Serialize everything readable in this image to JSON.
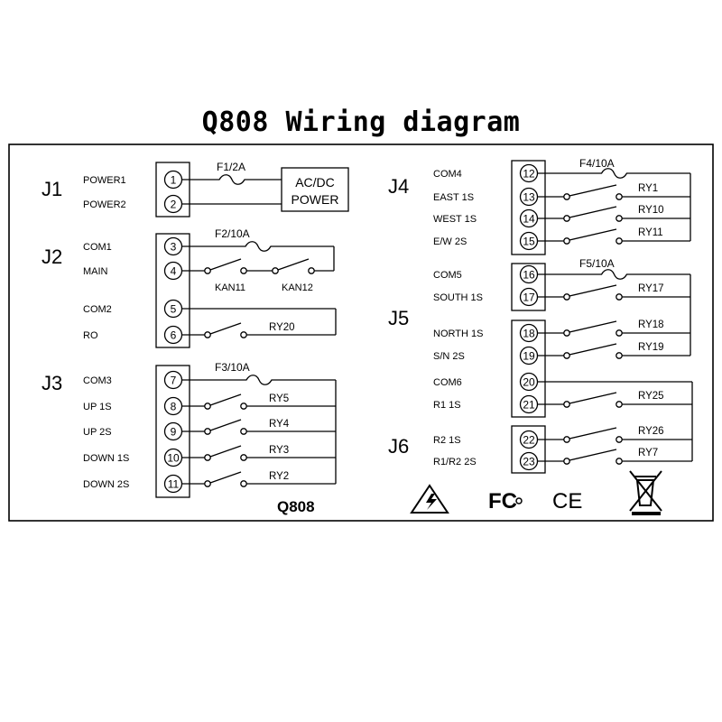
{
  "title": "Q808 Wiring diagram",
  "brand_label": "Q808",
  "power_box": {
    "line1": "AC/DC",
    "line2": "POWER"
  },
  "connectors": [
    {
      "id": "J1",
      "label": "J1"
    },
    {
      "id": "J2",
      "label": "J2"
    },
    {
      "id": "J3",
      "label": "J3"
    },
    {
      "id": "J4",
      "label": "J4"
    },
    {
      "id": "J5",
      "label": "J5"
    },
    {
      "id": "J6",
      "label": "J6"
    }
  ],
  "fuses": {
    "f1": "F1/2A",
    "f2": "F2/10A",
    "f3": "F3/10A",
    "f4": "F4/10A",
    "f5": "F5/10A"
  },
  "left_terminals": [
    {
      "num": "1",
      "label": "POWER1",
      "relay": ""
    },
    {
      "num": "2",
      "label": "POWER2",
      "relay": ""
    },
    {
      "num": "3",
      "label": "COM1",
      "relay": ""
    },
    {
      "num": "4",
      "label": "MAIN",
      "relay": ""
    },
    {
      "num": "5",
      "label": "COM2",
      "relay": ""
    },
    {
      "num": "6",
      "label": "RO",
      "relay": "RY20"
    },
    {
      "num": "7",
      "label": "COM3",
      "relay": ""
    },
    {
      "num": "8",
      "label": "UP 1S",
      "relay": "RY5"
    },
    {
      "num": "9",
      "label": "UP 2S",
      "relay": "RY4"
    },
    {
      "num": "10",
      "label": "DOWN 1S",
      "relay": "RY3"
    },
    {
      "num": "11",
      "label": "DOWN 2S",
      "relay": "RY2"
    }
  ],
  "kan_labels": [
    "KAN11",
    "KAN12"
  ],
  "right_terminals": [
    {
      "num": "12",
      "label": "COM4",
      "relay": ""
    },
    {
      "num": "13",
      "label": "EAST 1S",
      "relay": "RY1"
    },
    {
      "num": "14",
      "label": "WEST 1S",
      "relay": "RY10"
    },
    {
      "num": "15",
      "label": "E/W 2S",
      "relay": "RY11"
    },
    {
      "num": "16",
      "label": "COM5",
      "relay": ""
    },
    {
      "num": "17",
      "label": "SOUTH 1S",
      "relay": "RY17"
    },
    {
      "num": "18",
      "label": "NORTH 1S",
      "relay": "RY18"
    },
    {
      "num": "19",
      "label": "S/N 2S",
      "relay": "RY19"
    },
    {
      "num": "20",
      "label": "COM6",
      "relay": ""
    },
    {
      "num": "21",
      "label": "R1 1S",
      "relay": "RY25"
    },
    {
      "num": "22",
      "label": "R2 1S",
      "relay": "RY26"
    },
    {
      "num": "23",
      "label": "R1/R2 2S",
      "relay": "RY7"
    }
  ],
  "marks": {
    "fcc": "FC",
    "ce": "CE"
  }
}
